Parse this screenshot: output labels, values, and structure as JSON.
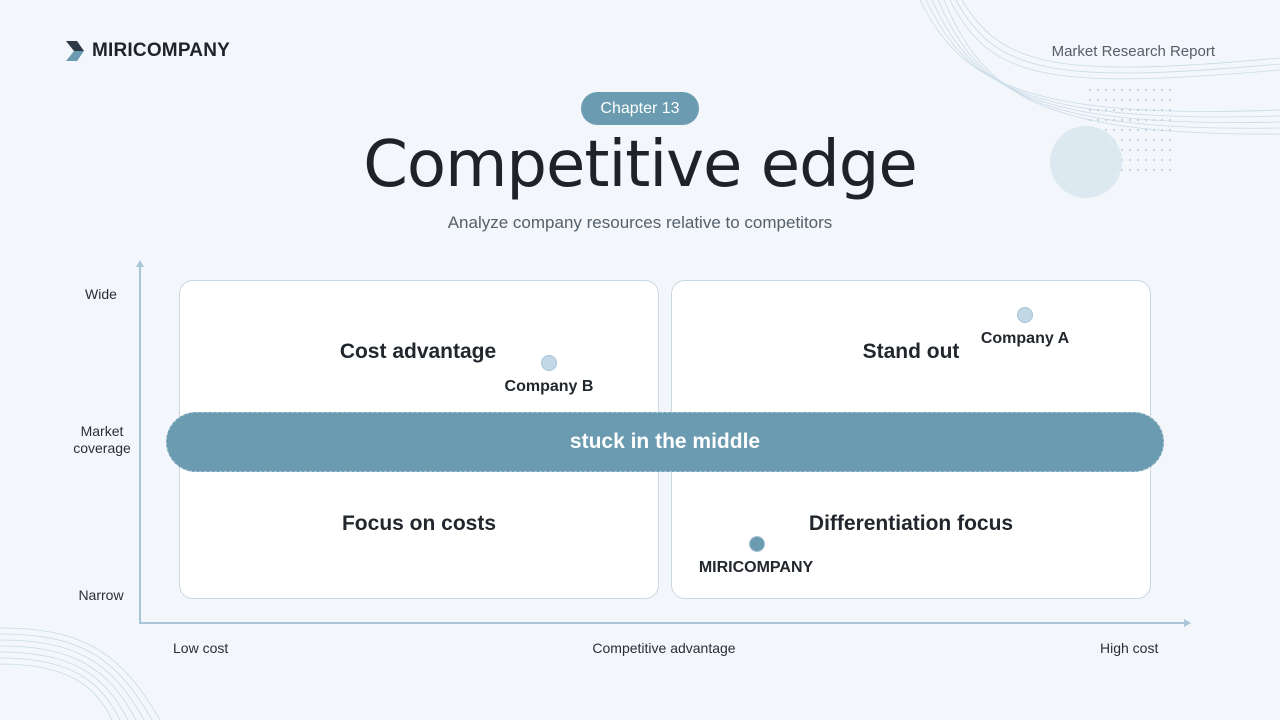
{
  "header": {
    "logo_text": "MIRICOMPANY",
    "report_label": "Market Research Report"
  },
  "slide": {
    "chapter": "Chapter 13",
    "title": "Competitive edge",
    "subtitle": "Analyze company resources relative to competitors"
  },
  "matrix": {
    "y_axis": {
      "top": "Wide",
      "middle": "Market\ncoverage",
      "bottom": "Narrow"
    },
    "x_axis": {
      "left": "Low cost",
      "middle": "Competitive advantage",
      "right": "High cost"
    },
    "quadrants": {
      "top_left": "Cost advantage",
      "top_right": "Stand out",
      "bottom_left": "Focus on costs",
      "bottom_right": "Differentiation focus"
    },
    "middle_band": "stuck in the middle",
    "companies": [
      {
        "name": "Company B",
        "quadrant": "Cost advantage"
      },
      {
        "name": "Company A",
        "quadrant": "Stand out"
      },
      {
        "name": "MIRICOMPANY",
        "quadrant": "Differentiation focus"
      }
    ]
  },
  "colors": {
    "accent": "#6a9bb0",
    "dot_light": "#c3d8e6",
    "background": "#f3f6fb"
  }
}
